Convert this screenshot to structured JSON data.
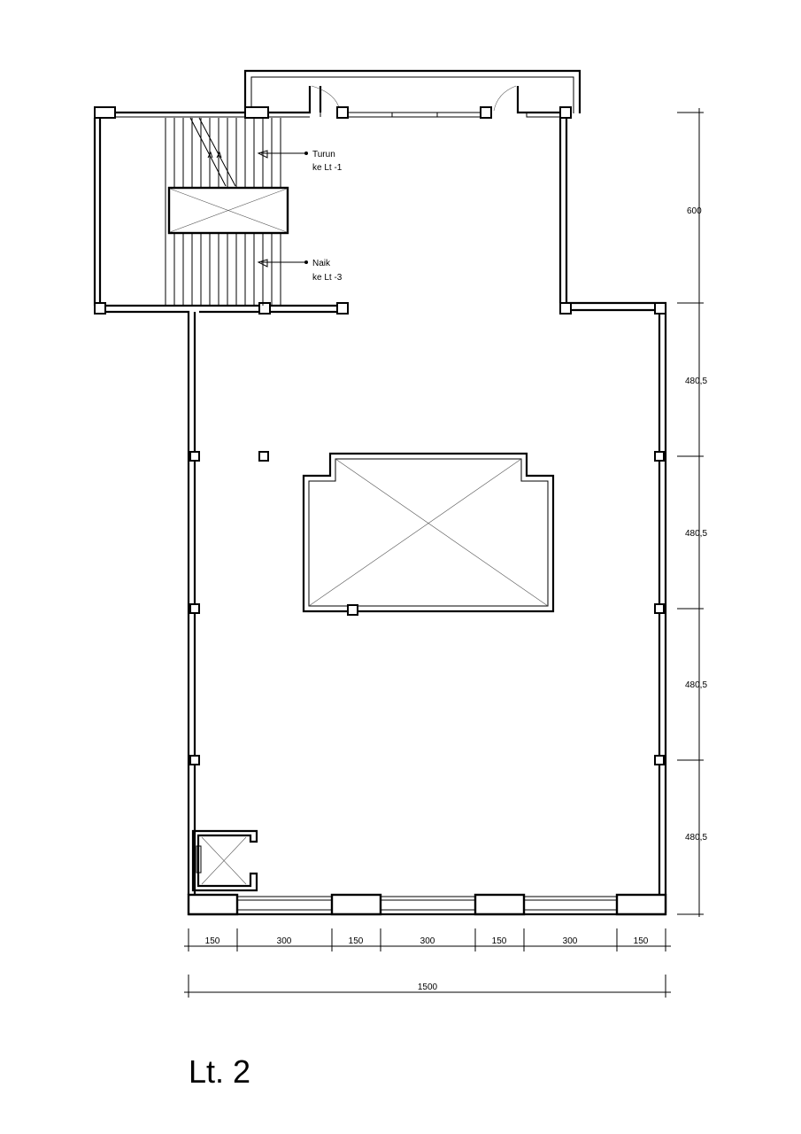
{
  "title": "Lt. 2",
  "annotations": {
    "down": {
      "line1": "Turun",
      "line2": "ke Lt -1"
    },
    "up": {
      "line1": "Naik",
      "line2": "ke Lt -3"
    }
  },
  "dimensions": {
    "vertical": [
      "600",
      "480,5",
      "480,5",
      "480,5",
      "480,5"
    ],
    "horizontal": [
      "150",
      "300",
      "150",
      "300",
      "150",
      "300",
      "150"
    ],
    "total": "1500"
  },
  "colors": {
    "line": "#000000",
    "background": "#ffffff"
  }
}
